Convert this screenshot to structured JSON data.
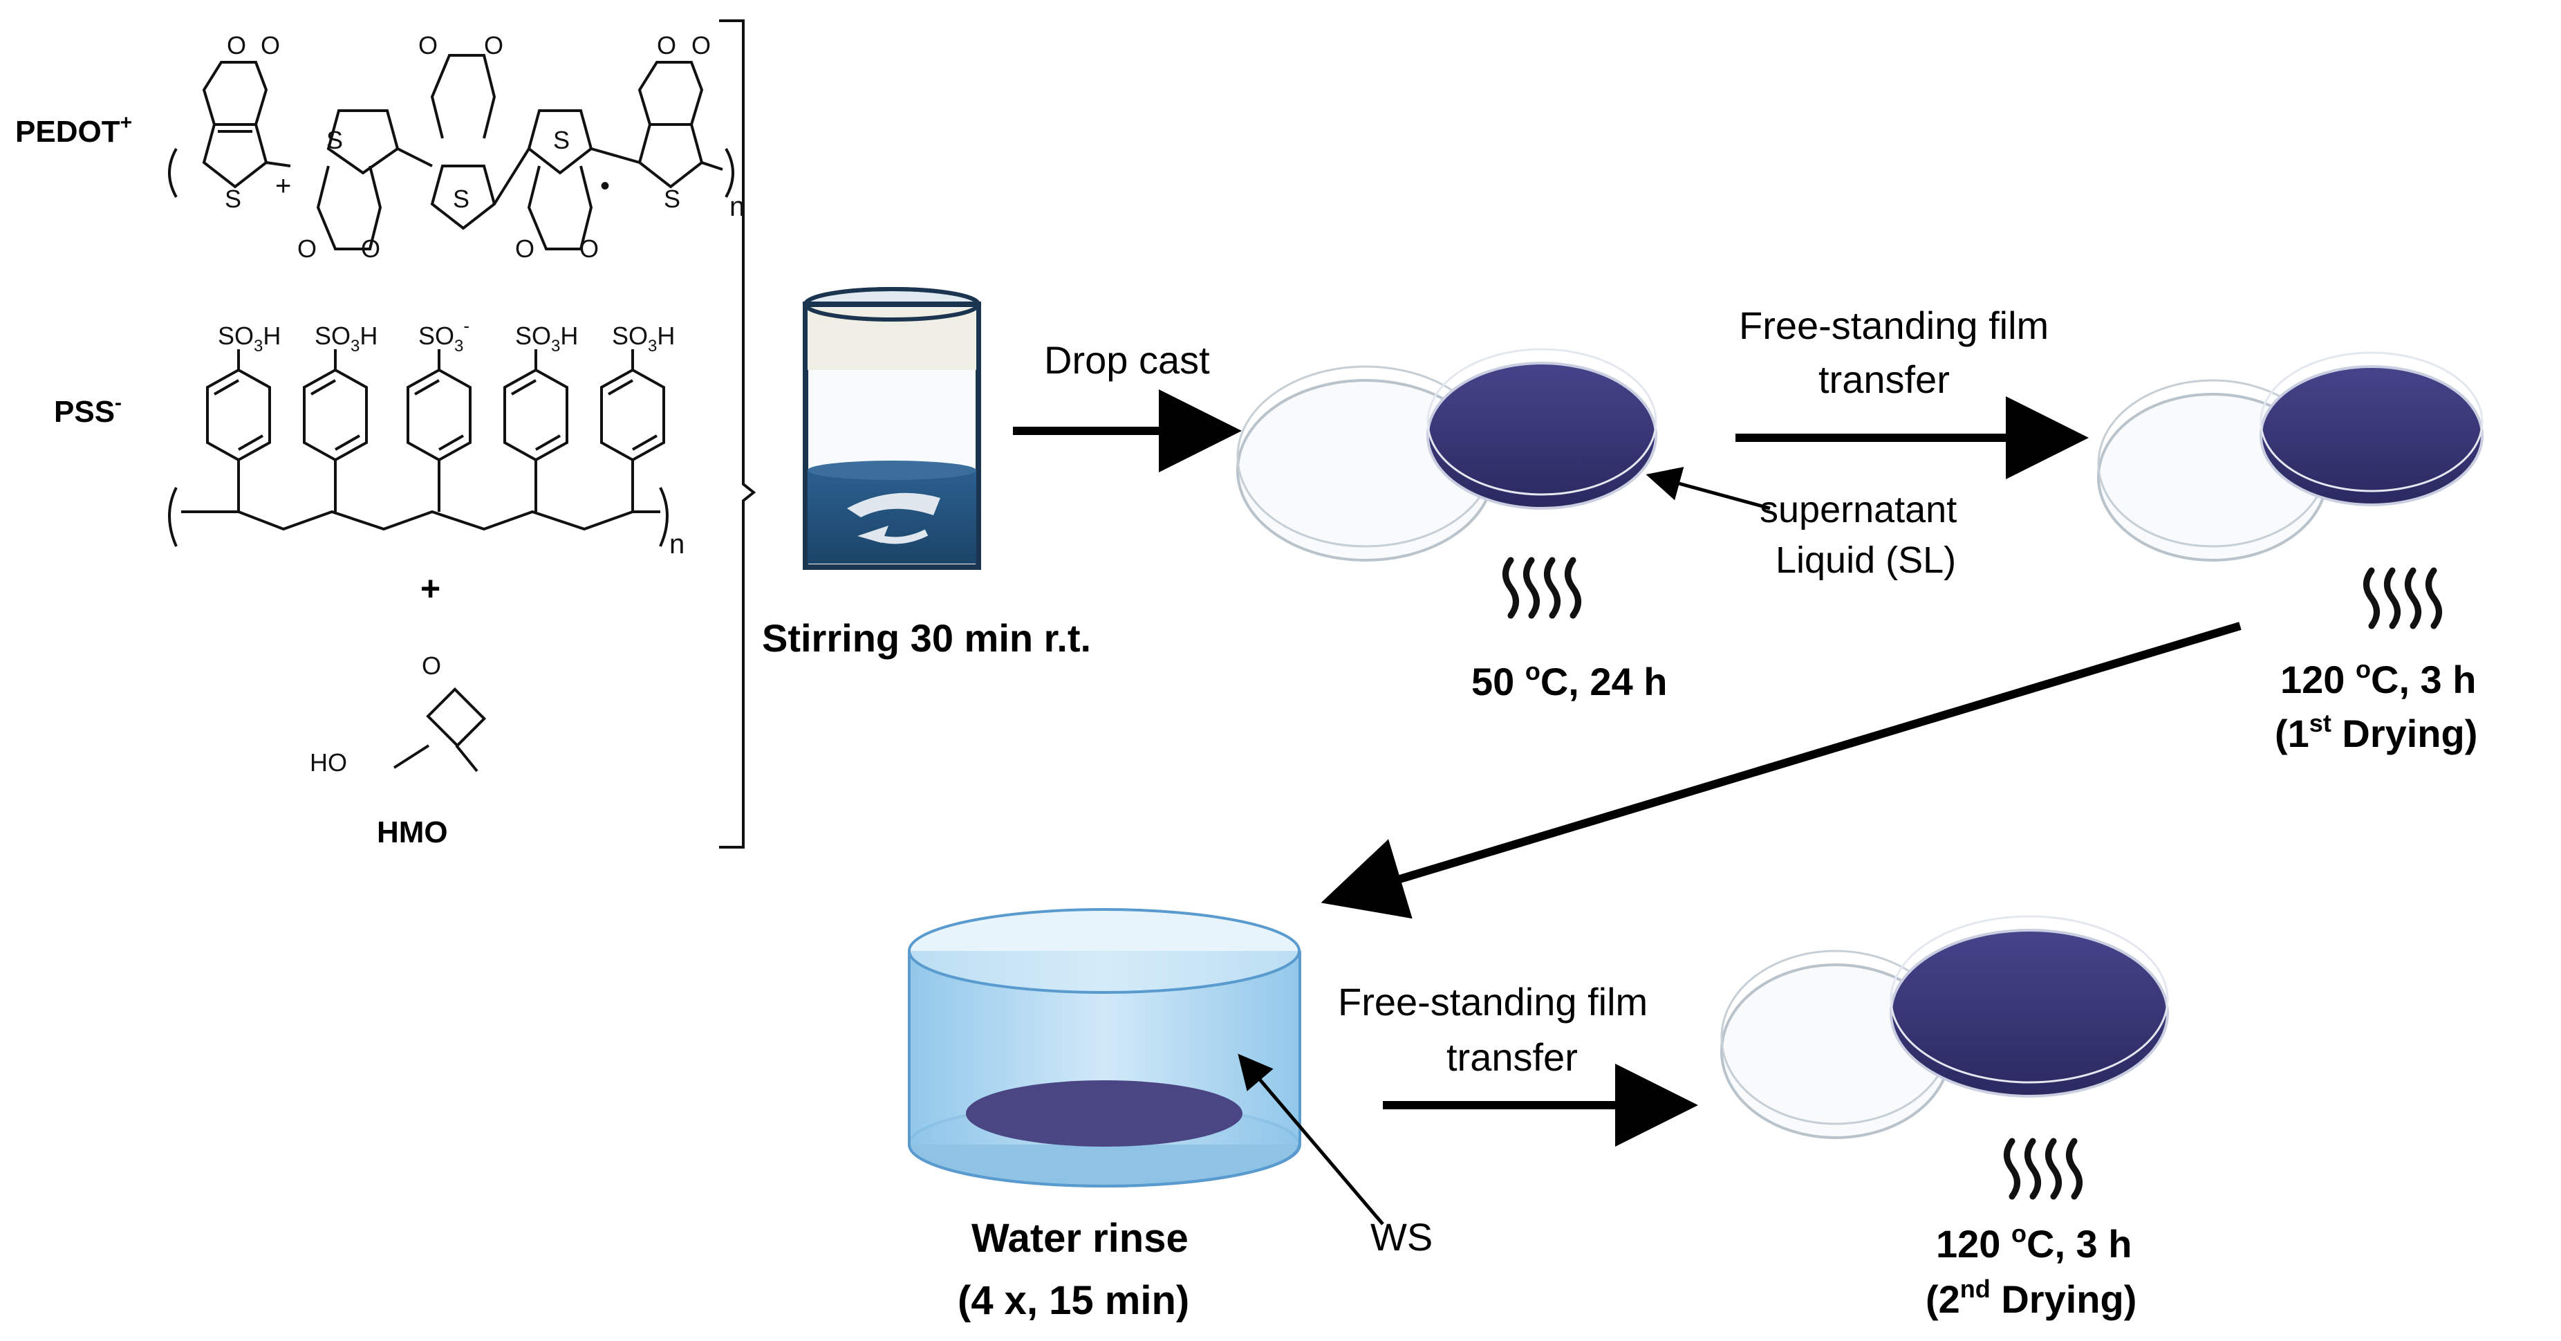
{
  "chemistry": {
    "pedot_label": "PEDOT",
    "pedot_charge": "+",
    "pss_label": "PSS",
    "pss_charge": "-",
    "plus": "+",
    "hmo_label": "HMO",
    "repeat_n": "n",
    "atom_s": "S",
    "atom_o": "O",
    "group_so3h": "SO",
    "subscript_3": "3",
    "suffix_h": "H",
    "superscript_minus": "-",
    "ho_group": "HO",
    "radical_dot": "•",
    "cation_plus": "+"
  },
  "steps": {
    "stirring": "Stirring 30 min r.t.",
    "drop_cast": "Drop cast",
    "cast_conditions": {
      "value": "50 ",
      "unit_sup": "o",
      "rest": "C, 24 h"
    },
    "transfer_1_line1": "Free-standing film",
    "transfer_1_line2": "transfer",
    "supernatant_line1": "supernatant",
    "supernatant_line2": "Liquid (SL)",
    "first_drying": {
      "value": "120 ",
      "unit_sup": "o",
      "rest": "C, 3 h",
      "line2_pre": "(1",
      "line2_sup": "st",
      "line2_post": " Drying)"
    },
    "water_rinse_line1": "Water rinse",
    "water_rinse_line2": "(4 x, 15 min)",
    "ws_label": "WS",
    "transfer_2_line1": "Free-standing film",
    "transfer_2_line2": "transfer",
    "second_drying": {
      "value": "120 ",
      "unit_sup": "o",
      "rest": "C, 3 h",
      "line2_pre": "(2",
      "line2_sup": "nd",
      "line2_post": " Drying)"
    }
  },
  "colors": {
    "film": "#3f3d78",
    "film_dark": "#2c2a5e",
    "vial_liquid": "#1f4f7a",
    "vial_cap": "#efeee4",
    "water": "#a9d4ef",
    "arrow": "#000000"
  }
}
